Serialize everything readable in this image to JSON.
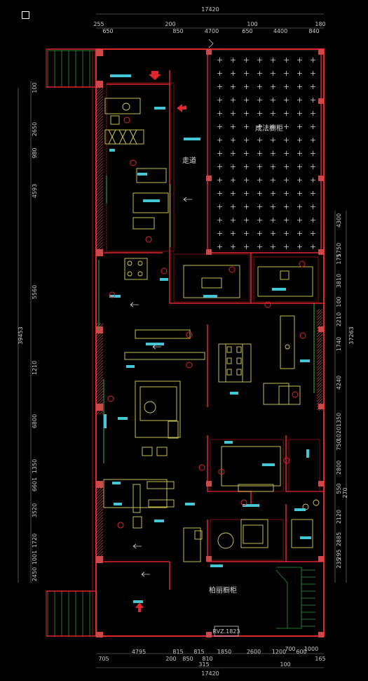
{
  "colors": {
    "wall": "#e0262c",
    "thin": "#9a1616",
    "furniture": "#d8d25a",
    "cyan": "#44c6d4",
    "green": "#2e9b40",
    "dim": "#bfbfbf",
    "column": "#c94a4a",
    "grid_plus": "#cfcfcf"
  },
  "labels": {
    "corridor": "走道",
    "terrace_top": "成法橱柜",
    "terrace_bottom": "柏丽橱柜",
    "entrance_tag": "RVZ.1823"
  },
  "dims": {
    "top_total": "17420",
    "top_row": [
      "255",
      "200",
      "100",
      "180"
    ],
    "top_row2": [
      "650",
      "850",
      "4700",
      "650",
      "4400",
      "840"
    ],
    "bottom_row": [
      "705",
      "4795",
      "200",
      "815",
      "850",
      "815",
      "810",
      "1850",
      "2600",
      "1200",
      "700",
      "600",
      "1000",
      "165"
    ],
    "bottom_row2": [
      "315",
      "100"
    ],
    "bottom_total": "17420",
    "left_total": "39453",
    "left_row": [
      "100",
      "2650",
      "980",
      "4593",
      "5560",
      "1210",
      "6800",
      "1350",
      "6601",
      "3520",
      "1720",
      "1001",
      "2450"
    ],
    "right_total": "37263",
    "right_row": [
      "4300",
      "1750",
      "175",
      "3810",
      "100",
      "2210",
      "1740",
      "4240",
      "1350",
      "1020",
      "750",
      "2800",
      "550",
      "270",
      "2120",
      "2885",
      "295",
      "235"
    ]
  }
}
